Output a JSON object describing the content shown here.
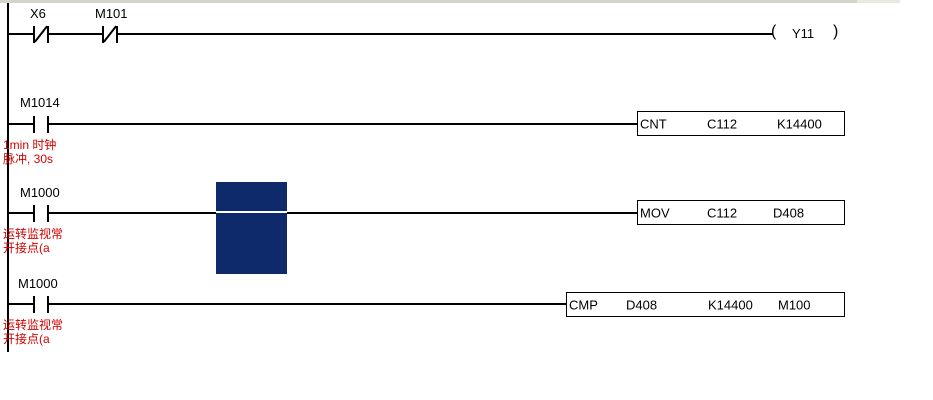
{
  "app": {
    "type": "plc-ladder-editor"
  },
  "colors": {
    "background": "#ffffff",
    "line": "#000000",
    "comment": "#d40000",
    "selection": "#0f2a6a",
    "selection_line": "#ffffff",
    "topbar": "#d6d3ca",
    "topbar_light": "#eae8e0"
  },
  "rungs": [
    {
      "id": "rung-1",
      "contacts": [
        {
          "label": "X6",
          "type": "NC"
        },
        {
          "label": "M101",
          "type": "NC"
        }
      ],
      "coil": {
        "label": "Y11",
        "open": "(",
        "close": ")"
      }
    },
    {
      "id": "rung-2",
      "contacts": [
        {
          "label": "M1014",
          "type": "NO",
          "comment_line1": "1min 时钟",
          "comment_line2": "脉冲, 30s"
        }
      ],
      "instruction": {
        "opcode": "CNT",
        "operand1": "C112",
        "operand2": "K14400"
      }
    },
    {
      "id": "rung-3",
      "contacts": [
        {
          "label": "M1000",
          "type": "NO",
          "comment_line1": "运转监视常",
          "comment_line2": "开接点(a"
        }
      ],
      "instruction": {
        "opcode": "MOV",
        "operand1": "C112",
        "operand2": "D408"
      },
      "selection_cursor": true
    },
    {
      "id": "rung-4",
      "contacts": [
        {
          "label": "M1000",
          "type": "NO",
          "comment_line1": "运转监视常",
          "comment_line2": "开接点(a"
        }
      ],
      "instruction": {
        "opcode": "CMP",
        "operand1": "D408",
        "operand2": "K14400",
        "operand3": "M100"
      }
    }
  ]
}
